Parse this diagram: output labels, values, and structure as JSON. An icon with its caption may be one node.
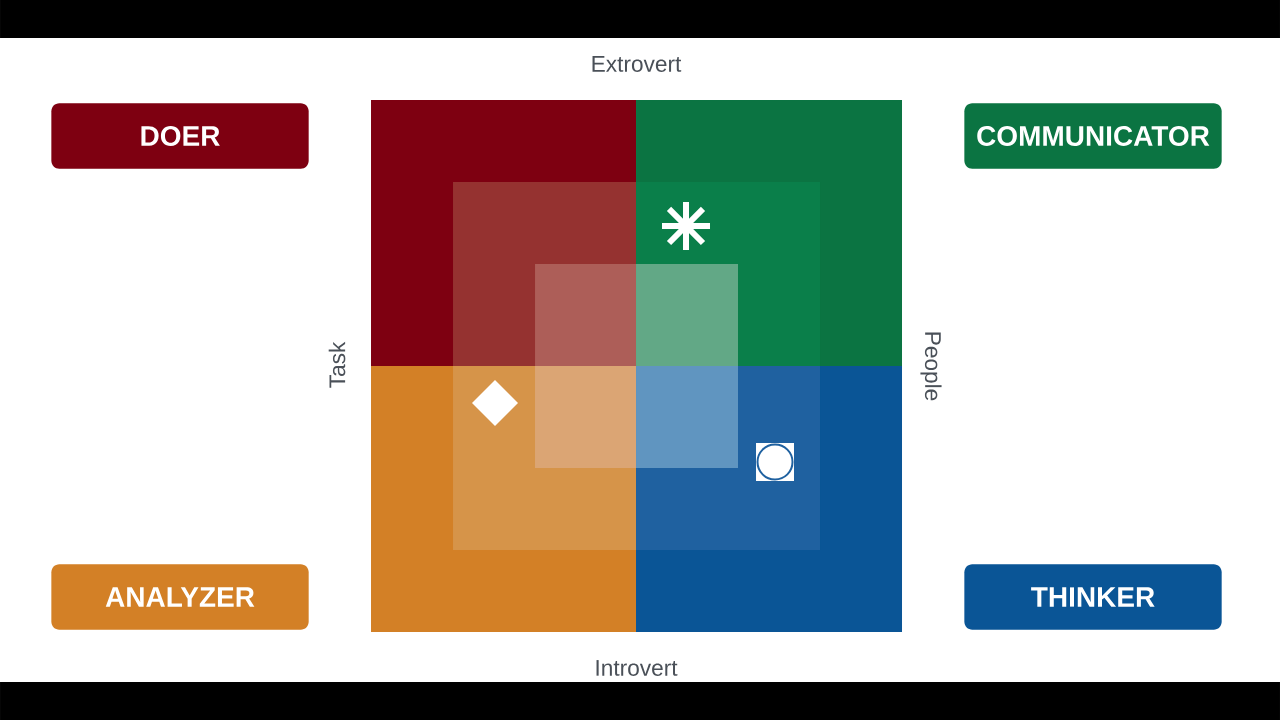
{
  "diagram": {
    "nodes": [
      {
        "text": [
          "DOER"
        ]
      },
      {
        "text": [
          "COMMUNICATOR"
        ]
      },
      {
        "text": [
          "ANALYZER"
        ]
      },
      {
        "text": [
          "THINKER"
        ]
      }
    ],
    "labels": [
      "Extrovert",
      "Task",
      "People",
      "Introvert"
    ]
  }
}
